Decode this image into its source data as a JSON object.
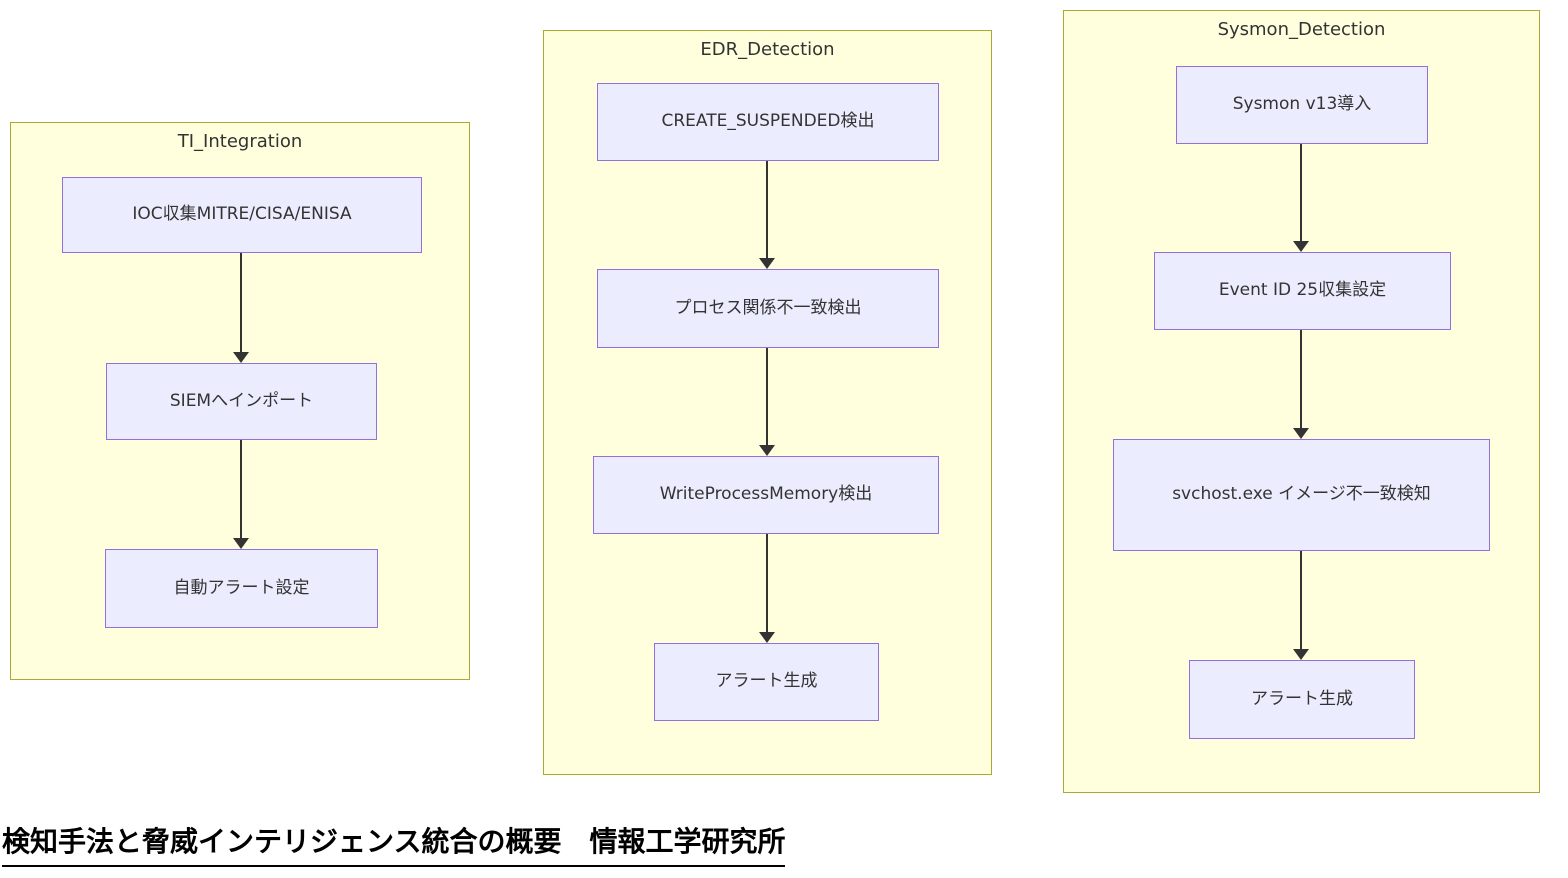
{
  "diagram": {
    "caption": "検知手法と脅威インテリジェンス統合の概要　情報工学研究所",
    "colors": {
      "cluster_fill": "#ffffde",
      "cluster_border": "#aaaa33",
      "node_fill": "#ECECFF",
      "node_border": "#9370DB",
      "arrow": "#333333",
      "text": "#333333"
    },
    "clusters": [
      {
        "label": "TI_Integration",
        "nodes": [
          {
            "label": "IOC収集MITRE/CISA/ENISA"
          },
          {
            "label": "SIEMへインポート"
          },
          {
            "label": "自動アラート設定"
          }
        ],
        "edges": [
          {
            "from": 0,
            "to": 1
          },
          {
            "from": 1,
            "to": 2
          }
        ]
      },
      {
        "label": "EDR_Detection",
        "nodes": [
          {
            "label": "CREATE_SUSPENDED検出"
          },
          {
            "label": "プロセス関係不一致検出"
          },
          {
            "label": "WriteProcessMemory検出"
          },
          {
            "label": "アラート生成"
          }
        ],
        "edges": [
          {
            "from": 0,
            "to": 1
          },
          {
            "from": 1,
            "to": 2
          },
          {
            "from": 2,
            "to": 3
          }
        ]
      },
      {
        "label": "Sysmon_Detection",
        "nodes": [
          {
            "label": "Sysmon v13導入"
          },
          {
            "label": "Event ID 25収集設定"
          },
          {
            "label": "svchost.exe イメージ不一致検知"
          },
          {
            "label": "アラート生成"
          }
        ],
        "edges": [
          {
            "from": 0,
            "to": 1
          },
          {
            "from": 1,
            "to": 2
          },
          {
            "from": 2,
            "to": 3
          }
        ]
      }
    ]
  }
}
